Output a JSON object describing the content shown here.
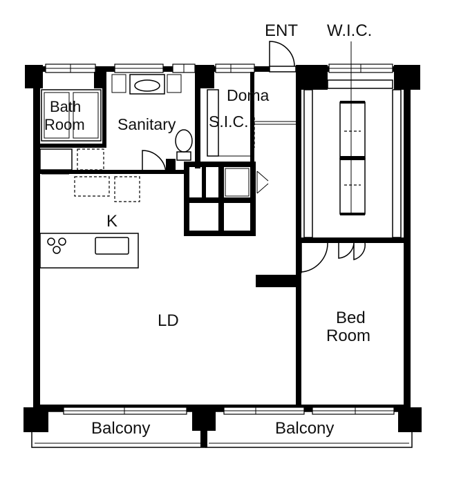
{
  "labels": {
    "ent": "ENT",
    "wic": "W.I.C.",
    "doma": "Doma",
    "sic": "S.I.C.",
    "bath_line1": "Bath",
    "bath_line2": "Room",
    "sanitary": "Sanitary",
    "kitchen": "K",
    "ld": "LD",
    "bed_line1": "Bed",
    "bed_line2": "Room",
    "balcony_left": "Balcony",
    "balcony_right": "Balcony"
  }
}
